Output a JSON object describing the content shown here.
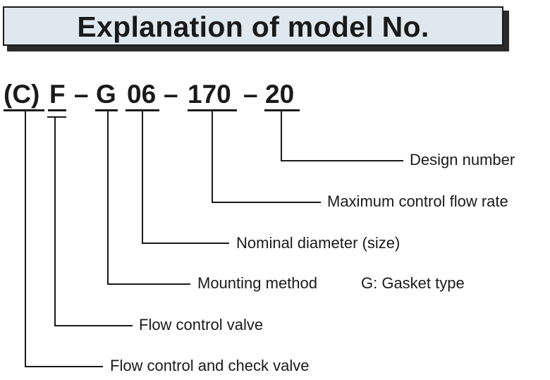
{
  "title": "Explanation of model No.",
  "model_code": {
    "check": "(C)",
    "type": "F",
    "dash1": "–",
    "mounting": "G",
    "size": "06",
    "dash2": "–",
    "flow": "170",
    "dash3": "–",
    "design": "20"
  },
  "labels": {
    "design_number": "Design number",
    "max_flow": "Maximum control flow rate",
    "nominal_diameter": "Nominal diameter (size)",
    "mounting_method": "Mounting method",
    "gasket_type": "G: Gasket type",
    "flow_control_valve": "Flow control valve",
    "flow_check_valve": "Flow control and check valve"
  }
}
